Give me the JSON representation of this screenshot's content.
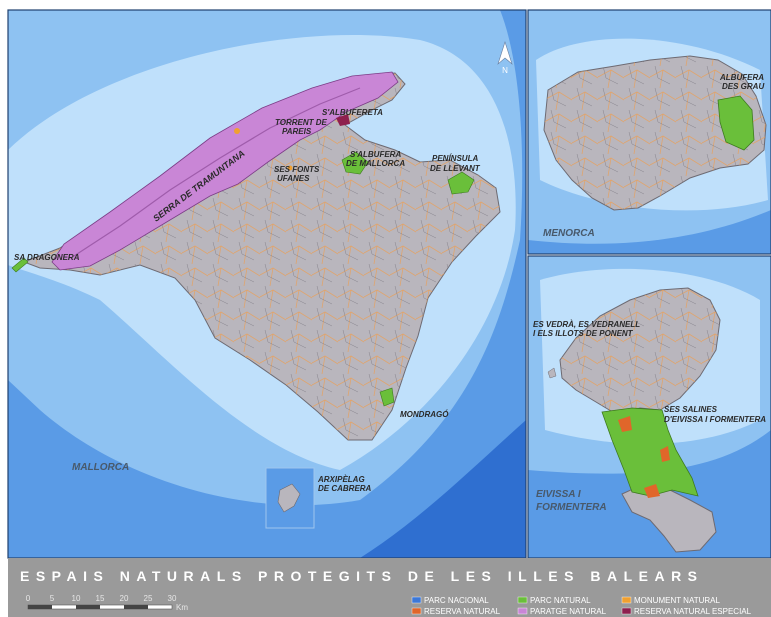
{
  "title": "ESPAIS NATURALS PROTEGITS DE LES ILLES BALEARS",
  "north": "N",
  "regions": {
    "mallorca": "MALLORCA",
    "menorca": "MENORCA",
    "eivissa_line1": "EIVISSA I",
    "eivissa_line2": "FORMENTERA"
  },
  "places": {
    "torrent_1": "TORRENT DE",
    "torrent_2": "PAREIS",
    "salbufereta": "S'ALBUFERETA",
    "salbufera_1": "S'ALBUFERA",
    "salbufera_2": "DE MALLORCA",
    "llevant_1": "PENÍNSULA",
    "llevant_2": "DE LLEVANT",
    "fonts_1": "SES FONTS",
    "fonts_2": "UFANES",
    "tramuntana": "SERRA DE TRAMUNTANA",
    "dragonera": "SA DRAGONERA",
    "mondrago": "MONDRAGÓ",
    "cabrera_1": "ARXIPÈLAG",
    "cabrera_2": "DE CABRERA",
    "grau_1": "ALBUFERA",
    "grau_2": "DES GRAU",
    "vedra_1": "ES VEDRÀ, ES VEDRANELL",
    "vedra_2": "I ELS ILLOTS DE PONENT",
    "salines_1": "SES SALINES",
    "salines_2": "D'EIVISSA I FORMENTERA"
  },
  "scale": {
    "ticks": [
      "0",
      "5",
      "10",
      "15",
      "20",
      "25",
      "30"
    ],
    "unit": "Km"
  },
  "legend": [
    {
      "label": "PARC NACIONAL",
      "color": "#3c78d8"
    },
    {
      "label": "RESERVA NATURAL",
      "color": "#e0662a"
    },
    {
      "label": "PARC NATURAL",
      "color": "#6abf3a"
    },
    {
      "label": "PARATGE NATURAL",
      "color": "#c986d6"
    },
    {
      "label": "MONUMENT NATURAL",
      "color": "#f0a030"
    },
    {
      "label": "RESERVA NATURAL ESPECIAL",
      "color": "#8e1f4e"
    }
  ],
  "colors": {
    "sea_deep": "#2f6fd0",
    "sea_mid": "#5a9be6",
    "sea_shallow": "#8ec2f2",
    "sea_coast": "#bfe0fb",
    "land": "#b9b6bd",
    "footer": "#9a9a9a"
  }
}
